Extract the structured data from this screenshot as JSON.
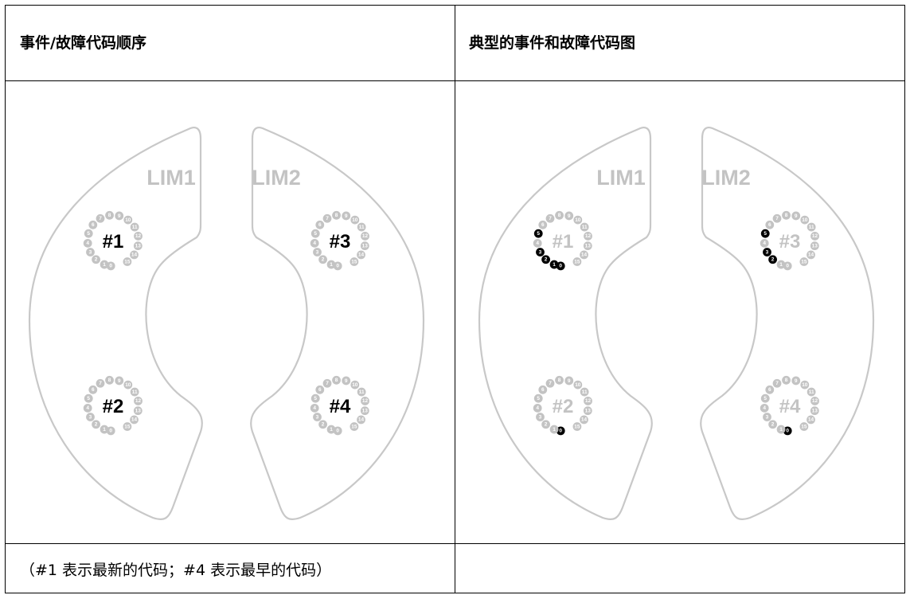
{
  "table": {
    "left_header": "事件/故障代码顺序",
    "right_header": "典型的事件和故障代码图",
    "footer_note": "（#1 表示最新的代码；#4 表示最早的代码）",
    "footer_right": ""
  },
  "colors": {
    "outline": "#c8c8c8",
    "inactive_led": "#c3c3c3",
    "active_led": "#000000",
    "label_gray": "#c3c3c3",
    "label_black": "#000000"
  },
  "led_numbers": [
    "0",
    "1",
    "2",
    "3",
    "4",
    "5",
    "6",
    "7",
    "8",
    "9",
    "10",
    "11",
    "12",
    "13",
    "14",
    "15"
  ],
  "figures": [
    {
      "id": "sequence",
      "modules": [
        {
          "name": "LIM1",
          "side": "left",
          "labels": [
            {
              "text": "#1",
              "style": "black",
              "active": []
            },
            {
              "text": "#2",
              "style": "black",
              "active": []
            }
          ]
        },
        {
          "name": "LIM2",
          "side": "right",
          "labels": [
            {
              "text": "#3",
              "style": "black",
              "active": []
            },
            {
              "text": "#4",
              "style": "black",
              "active": []
            }
          ]
        }
      ]
    },
    {
      "id": "typical",
      "modules": [
        {
          "name": "LIM1",
          "side": "left",
          "labels": [
            {
              "text": "#1",
              "style": "gray",
              "active": [
                "0",
                "1",
                "2",
                "3",
                "5"
              ]
            },
            {
              "text": "#2",
              "style": "gray",
              "active": [
                "0"
              ]
            }
          ]
        },
        {
          "name": "LIM2",
          "side": "right",
          "labels": [
            {
              "text": "#3",
              "style": "gray",
              "active": [
                "2",
                "3",
                "5"
              ]
            },
            {
              "text": "#4",
              "style": "gray",
              "active": [
                "0"
              ]
            }
          ]
        }
      ]
    }
  ]
}
